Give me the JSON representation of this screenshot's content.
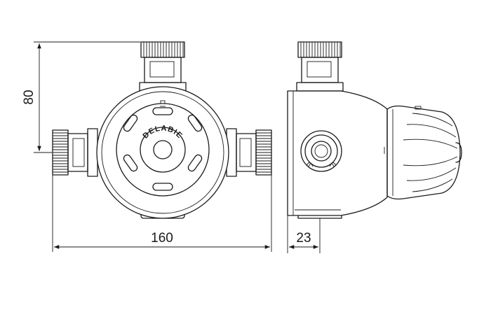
{
  "brand": "DELABIE",
  "dimensions": {
    "height_label": "80",
    "width_label": "160",
    "depth_label": "23"
  }
}
